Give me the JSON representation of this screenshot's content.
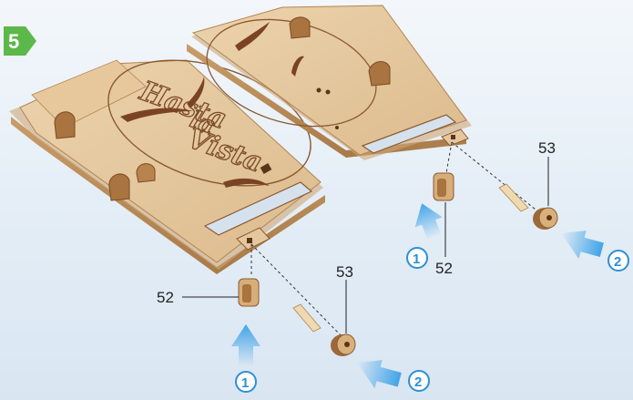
{
  "step": {
    "number": "5",
    "badge_color": "#5cb84a"
  },
  "engraving": {
    "line1": "Hasta",
    "line2": "la",
    "line3": "Vista"
  },
  "parts": [
    {
      "part_no": "52"
    },
    {
      "part_no": "53"
    }
  ],
  "callouts": {
    "left_part52": "52",
    "left_part53": "53",
    "right_part52": "52",
    "right_part53": "53",
    "step_marker_1": "1",
    "step_marker_2": "2"
  },
  "colors": {
    "wood": "#d9b98f",
    "wood_edge": "#b98d5a",
    "accent_blue": "#2e8fd6",
    "step_green": "#5cb84a"
  }
}
